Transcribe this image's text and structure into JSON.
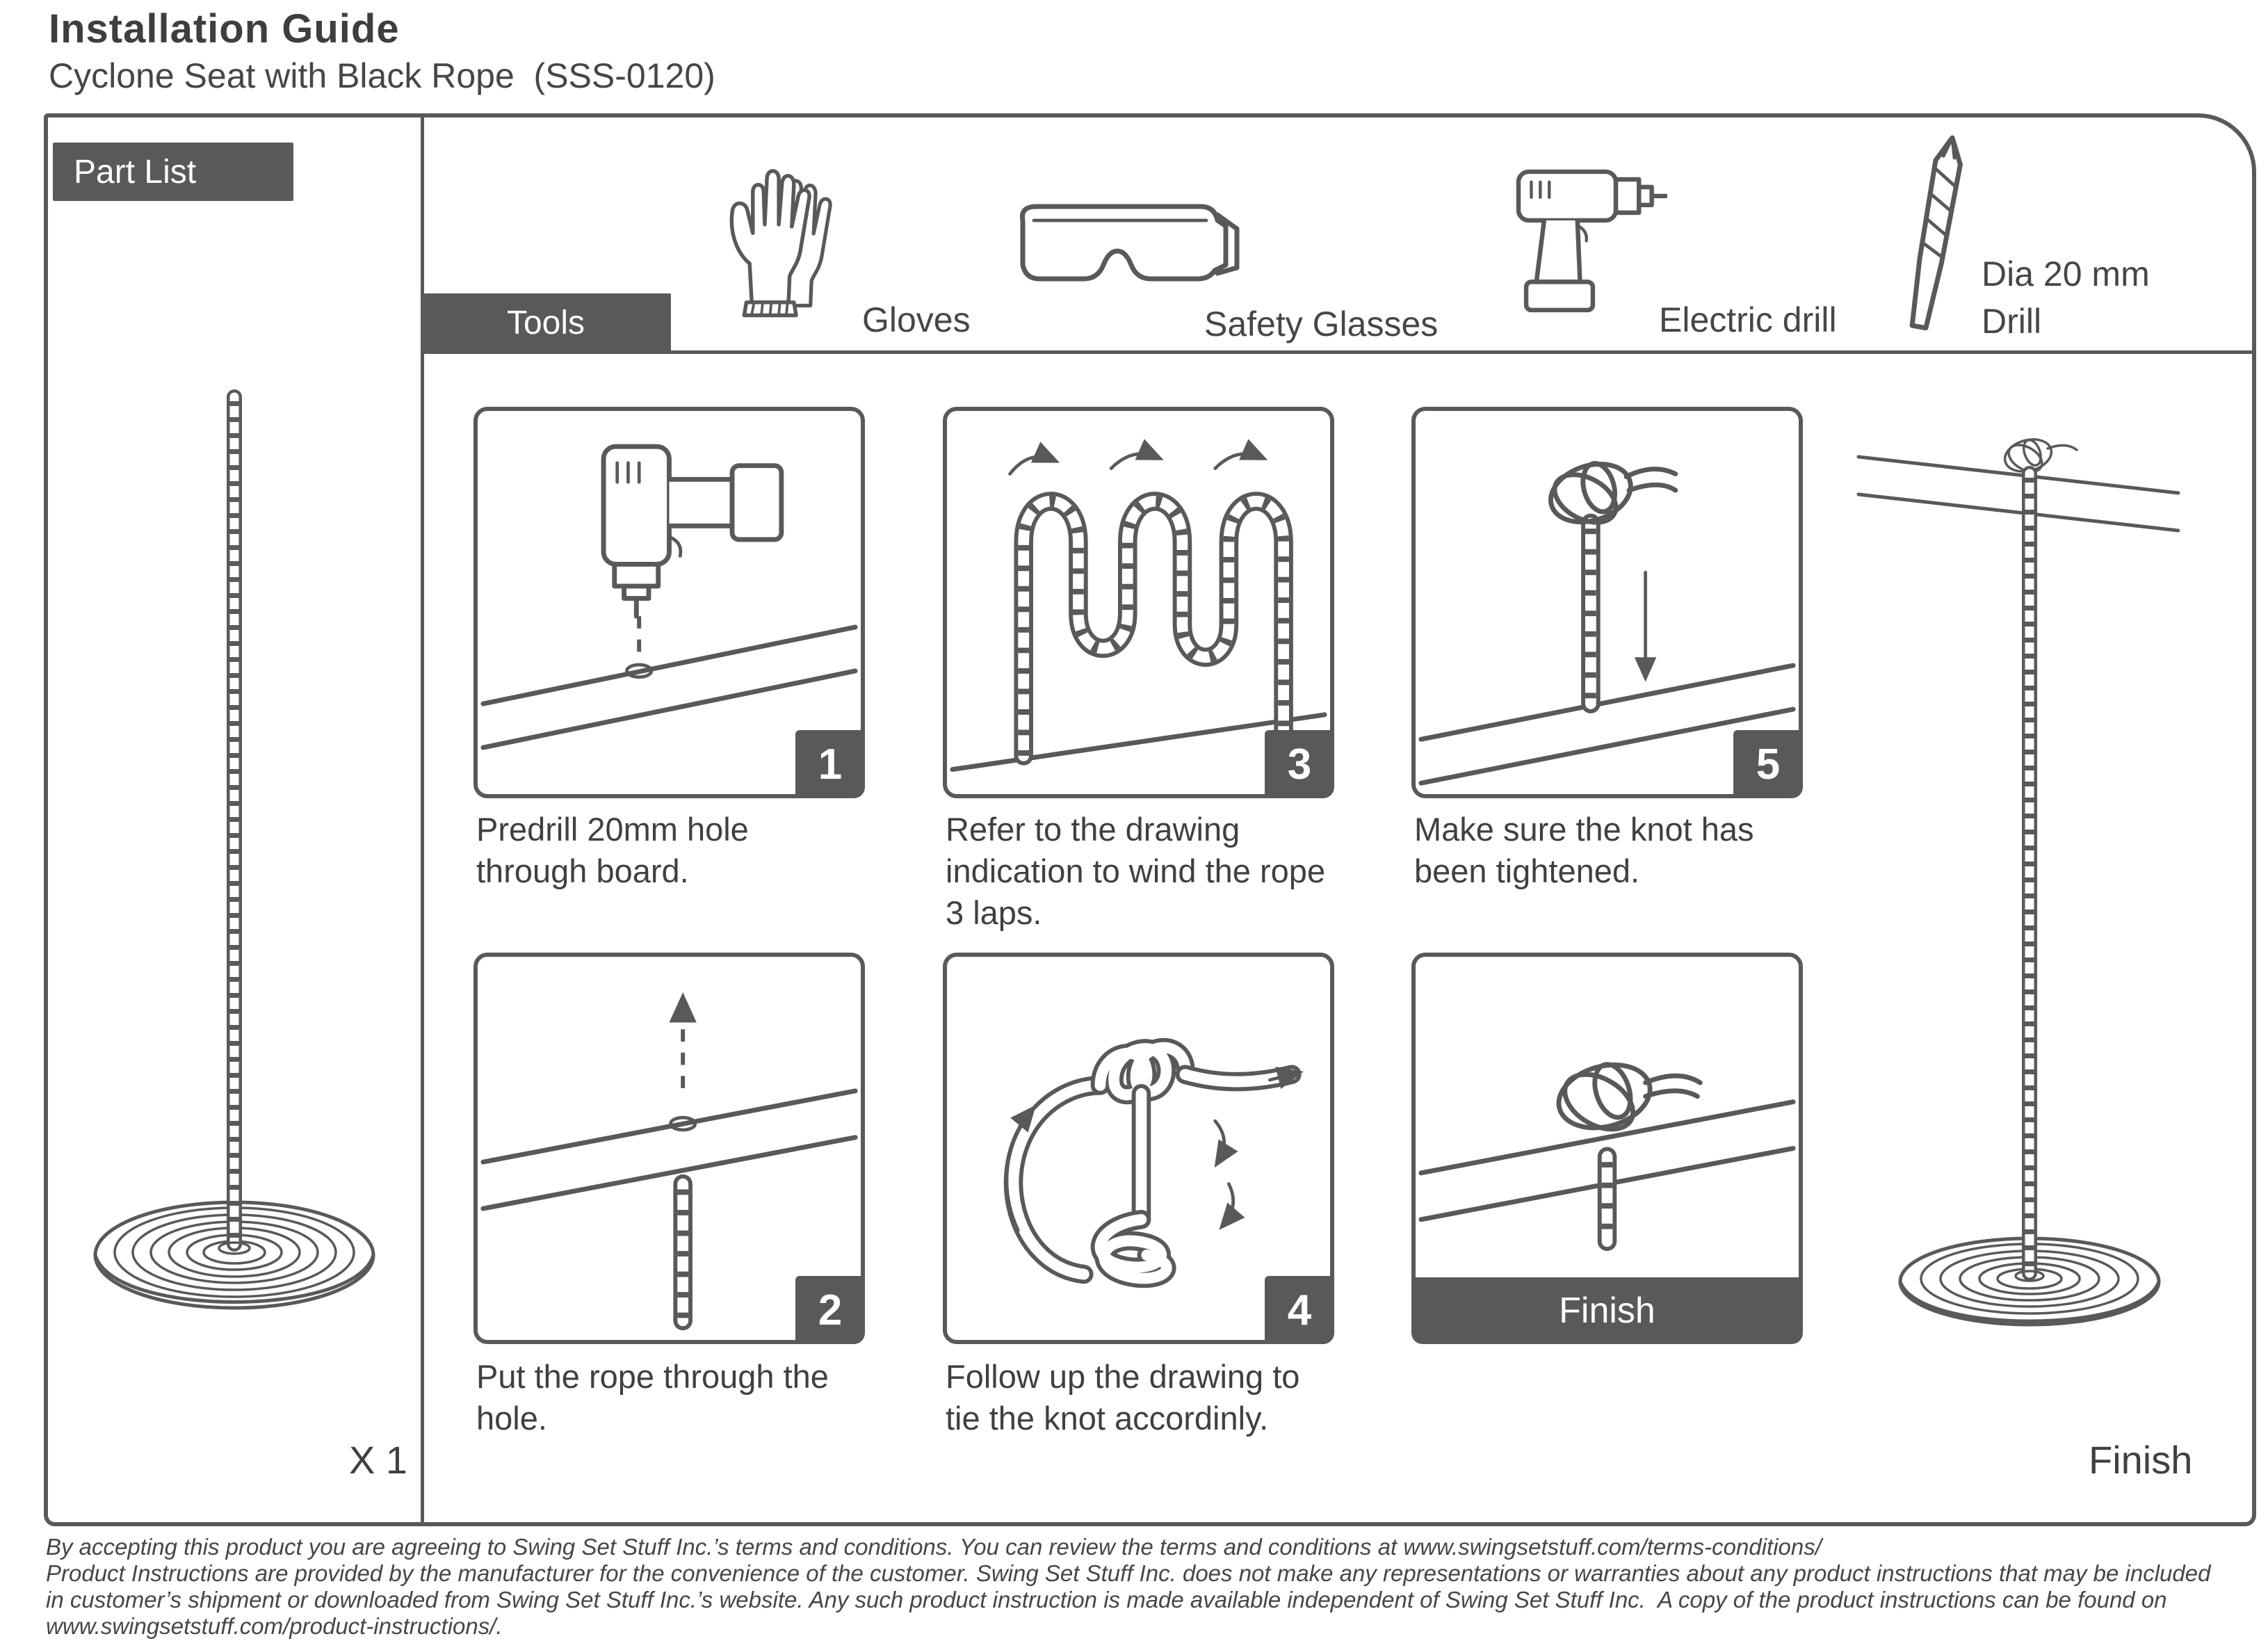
{
  "theme": {
    "accent_gray": "#58595b",
    "text_dark": "#414042"
  },
  "header": {
    "title": "Installation Guide",
    "subtitle": "Cyclone Seat with Black Rope  (SSS-0120)"
  },
  "part_list": {
    "label": "Part List",
    "quantity": "X 1",
    "icon": "rope-disc-seat-illustration"
  },
  "tools": {
    "label": "Tools",
    "items": [
      {
        "label": "Gloves",
        "icon": "gloves-icon"
      },
      {
        "label": "Safety Glasses",
        "icon": "safety-glasses-icon"
      },
      {
        "label": "Electric drill",
        "icon": "electric-drill-icon"
      },
      {
        "label_line1": "Dia 20 mm",
        "label_line2": "Drill",
        "icon": "drill-bit-icon"
      }
    ]
  },
  "steps": [
    {
      "number": "1",
      "caption": "Predrill 20mm hole through board.",
      "icon": "drill-hole-illustration"
    },
    {
      "number": "2",
      "caption": "Put the rope through the hole.",
      "icon": "rope-through-hole-illustration"
    },
    {
      "number": "3",
      "caption": "Refer to the drawing indication to wind the rope 3 laps.",
      "icon": "wind-rope-illustration"
    },
    {
      "number": "4",
      "caption": "Follow up the drawing to tie the knot accordinly.",
      "icon": "tie-knot-illustration"
    },
    {
      "number": "5",
      "caption": "Make sure the knot has been tightened.",
      "icon": "tightened-knot-illustration"
    }
  ],
  "finish_panel": {
    "label": "Finish",
    "icon": "finished-knot-illustration"
  },
  "finish_caption": "Finish",
  "footer": {
    "p1": "By accepting this product you are agreeing to Swing Set Stuff Inc.’s terms and conditions. You can review the terms and conditions at www.swingsetstuff.com/terms-conditions/",
    "p2": "Product Instructions are provided by the manufacturer for the convenience of the customer. Swing Set Stuff Inc. does not make any representations or warranties about any product instructions that may be included in customer’s shipment or downloaded from Swing Set Stuff Inc.’s website. Any such product instruction is made available independent of Swing Set Stuff Inc.  A copy of the product instructions can be found on www.swingsetstuff.com/product-instructions/."
  }
}
